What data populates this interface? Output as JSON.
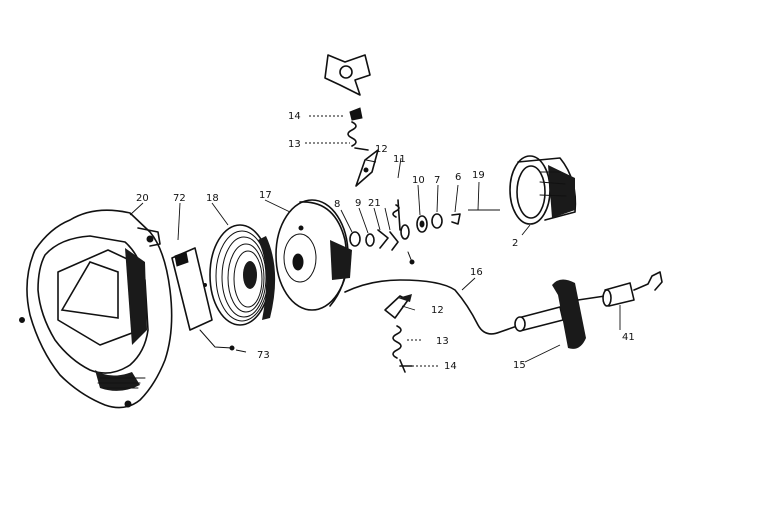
{
  "parts": [
    {
      "id": "p20",
      "label": "20",
      "name": "blower-housing"
    },
    {
      "id": "p72",
      "label": "72",
      "name": "retainer-plate"
    },
    {
      "id": "p18",
      "label": "18",
      "name": "recoil-spring"
    },
    {
      "id": "p17",
      "label": "17",
      "name": "rope-pulley"
    },
    {
      "id": "p73",
      "label": "73",
      "name": "screw"
    },
    {
      "id": "p14a",
      "label": "14",
      "name": "screw-top"
    },
    {
      "id": "p13a",
      "label": "13",
      "name": "spring-top"
    },
    {
      "id": "p12a",
      "label": "12",
      "name": "pawl-top"
    },
    {
      "id": "p11",
      "label": "11",
      "name": "pawl-spring"
    },
    {
      "id": "p8",
      "label": "8",
      "name": "washer-8"
    },
    {
      "id": "p9",
      "label": "9",
      "name": "part-9"
    },
    {
      "id": "p21",
      "label": "21",
      "name": "part-21"
    },
    {
      "id": "p10",
      "label": "10",
      "name": "washer-10"
    },
    {
      "id": "p7",
      "label": "7",
      "name": "washer-7"
    },
    {
      "id": "p6",
      "label": "6",
      "name": "retainer-clip"
    },
    {
      "id": "p19",
      "label": "19",
      "name": "part-19"
    },
    {
      "id": "p2",
      "label": "2",
      "name": "starter-cup"
    },
    {
      "id": "p16",
      "label": "16",
      "name": "starter-rope"
    },
    {
      "id": "p12b",
      "label": "12",
      "name": "pawl-bottom"
    },
    {
      "id": "p13b",
      "label": "13",
      "name": "spring-bottom"
    },
    {
      "id": "p14b",
      "label": "14",
      "name": "screw-bottom"
    },
    {
      "id": "p15",
      "label": "15",
      "name": "starter-handle"
    },
    {
      "id": "p41",
      "label": "41",
      "name": "rope-clamp"
    }
  ]
}
